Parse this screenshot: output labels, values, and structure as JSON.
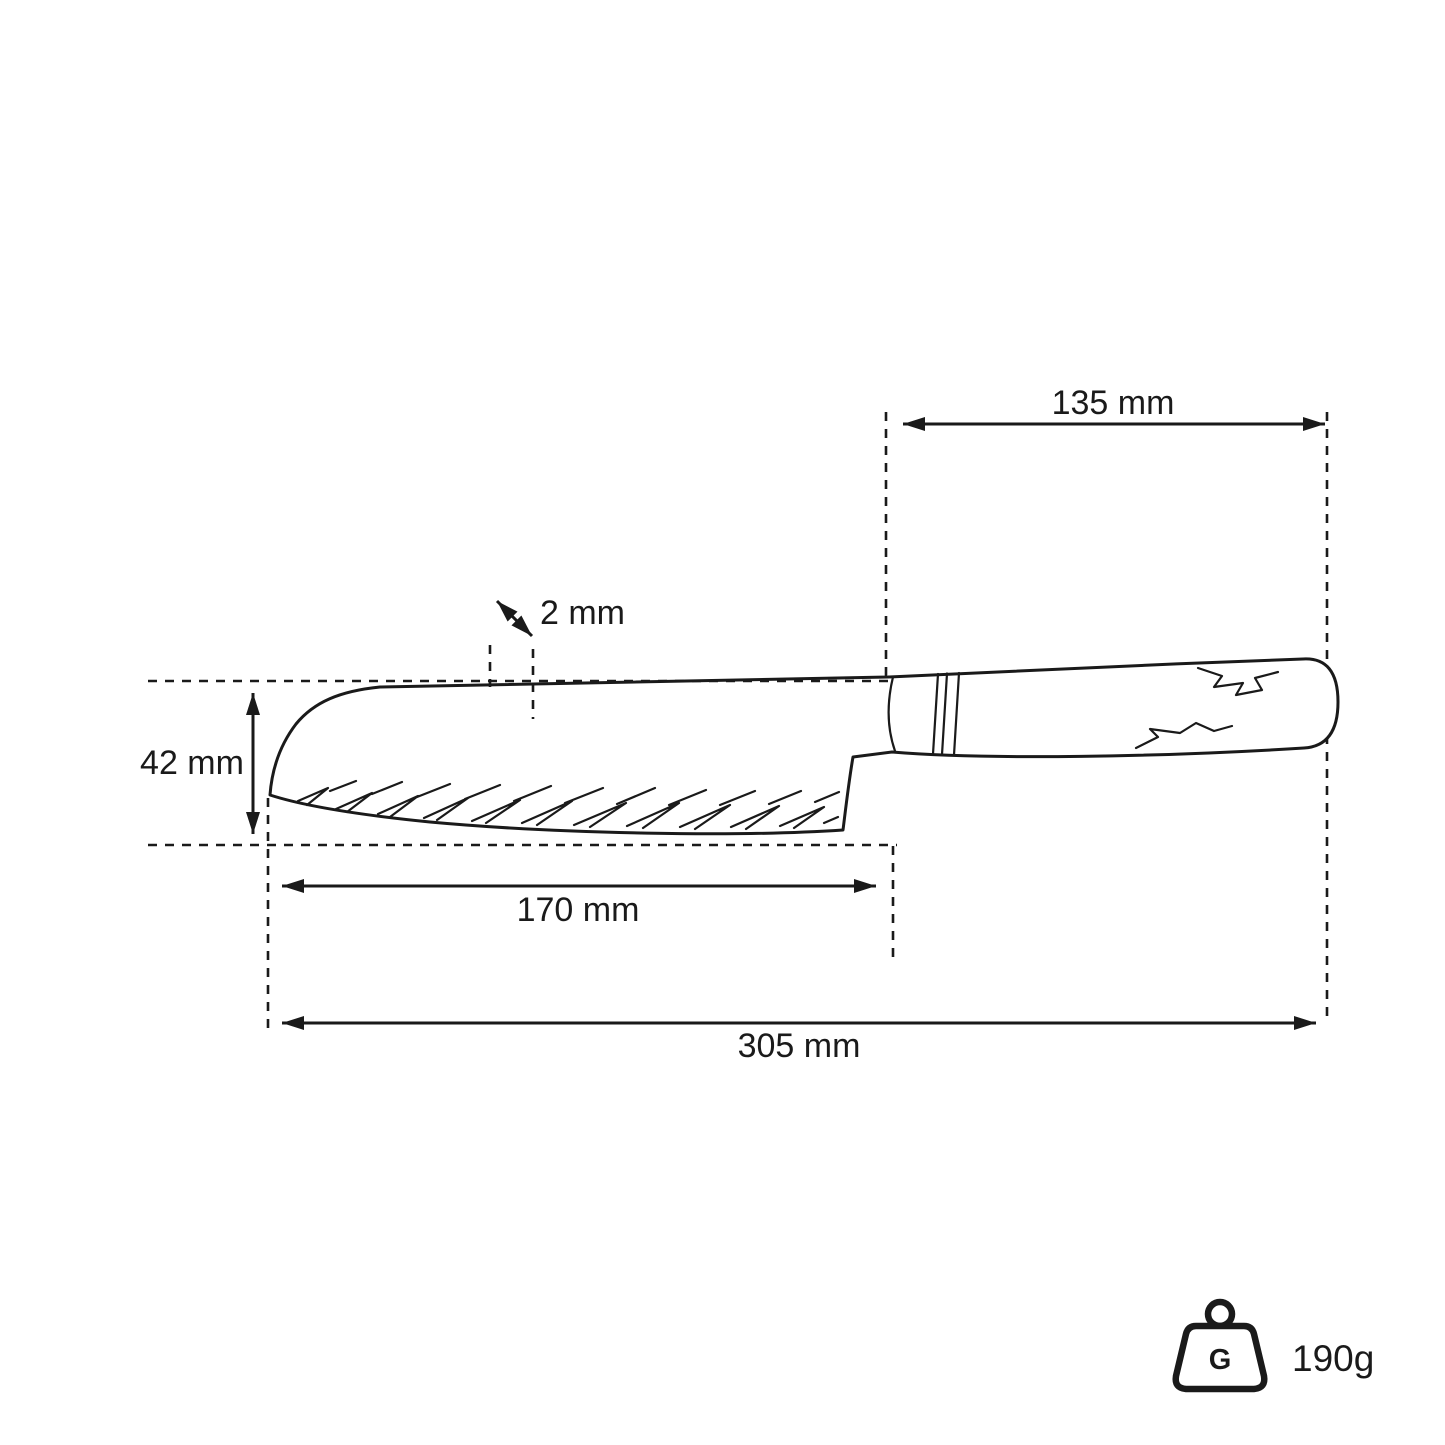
{
  "diagram": {
    "subject": "santoku knife dimension drawing",
    "dimensions": {
      "handle_length": "135 mm",
      "blade_thickness": "2 mm",
      "blade_height": "42 mm",
      "blade_length": "170 mm",
      "total_length": "305 mm"
    },
    "weight": {
      "value": "190g",
      "icon_letter": "G"
    },
    "colors": {
      "line": "#1a1a1a",
      "background": "#ffffff"
    }
  }
}
